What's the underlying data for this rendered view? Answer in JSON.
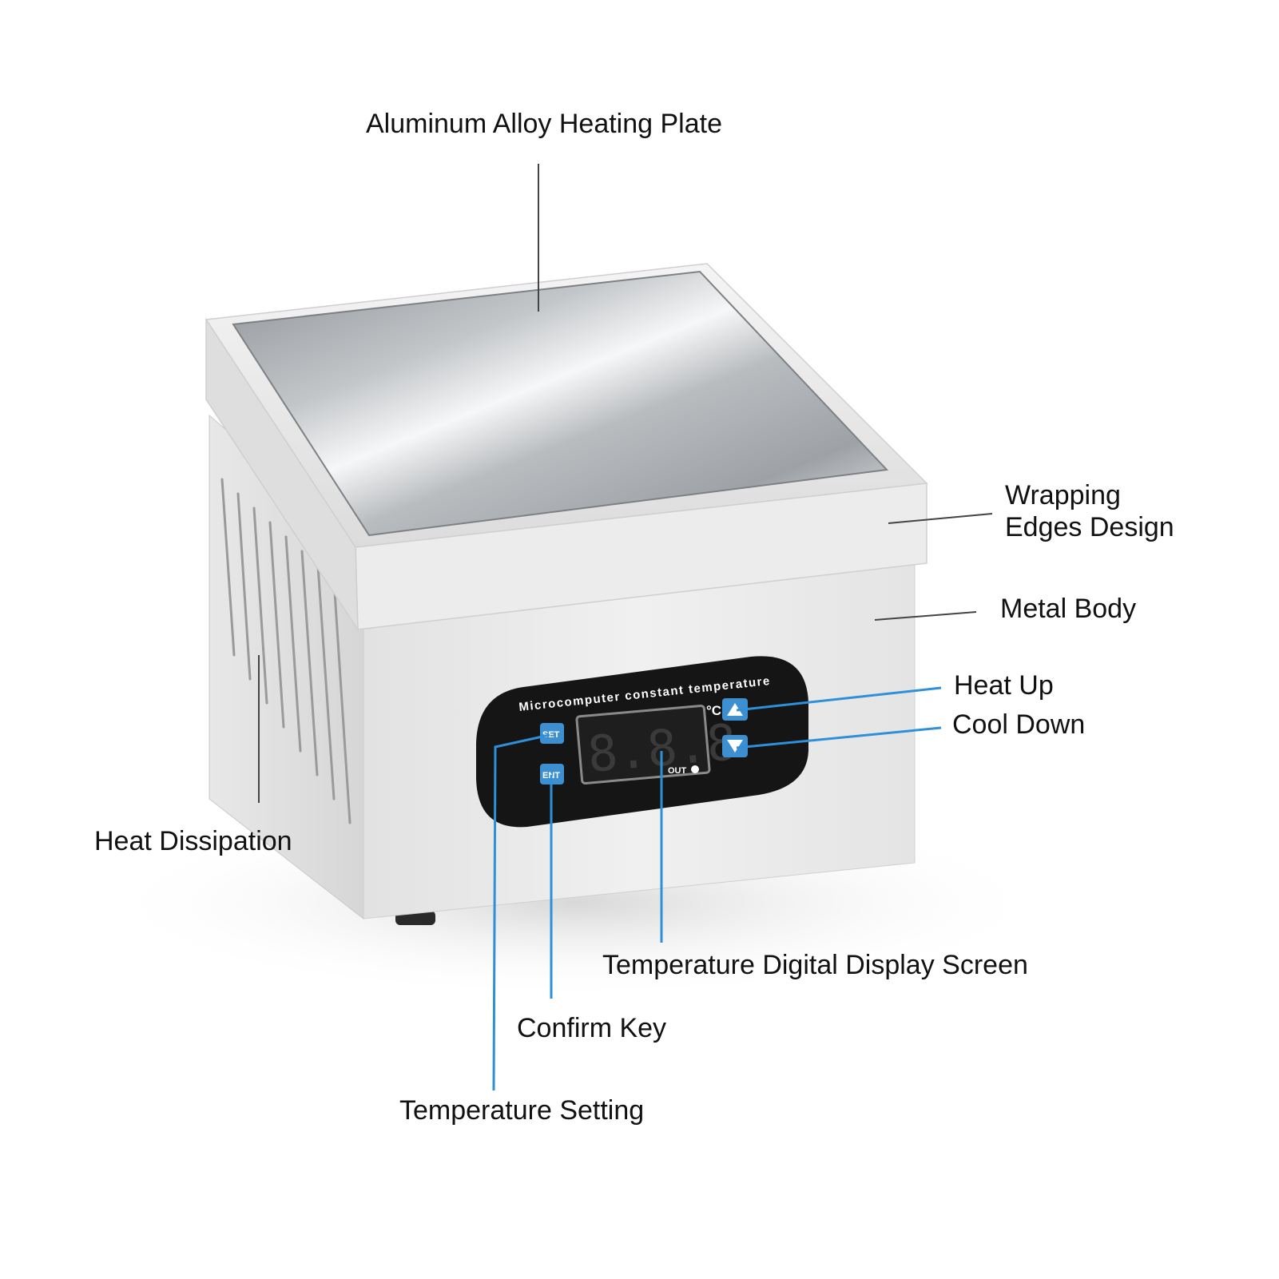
{
  "labels": {
    "plate": "Aluminum Alloy Heating Plate",
    "edges_line1": "Wrapping",
    "edges_line2": "Edges Design",
    "body": "Metal Body",
    "heat_up": "Heat Up",
    "cool_down": "Cool Down",
    "dissipation": "Heat Dissipation",
    "display": "Temperature Digital Display Screen",
    "confirm": "Confirm Key",
    "setting": "Temperature Setting"
  },
  "panel": {
    "title": "Microcomputer constant temperature",
    "unit": "°C",
    "digits": "8.8.8",
    "out_label": "OUT",
    "set_key": "SET",
    "ent_key": "ENT"
  },
  "colors": {
    "leader_gray": "#444444",
    "leader_blue": "#2f8fd8",
    "panel_black": "#151515",
    "button_blue": "#3d8fd0",
    "display_red": "#d42a20"
  }
}
